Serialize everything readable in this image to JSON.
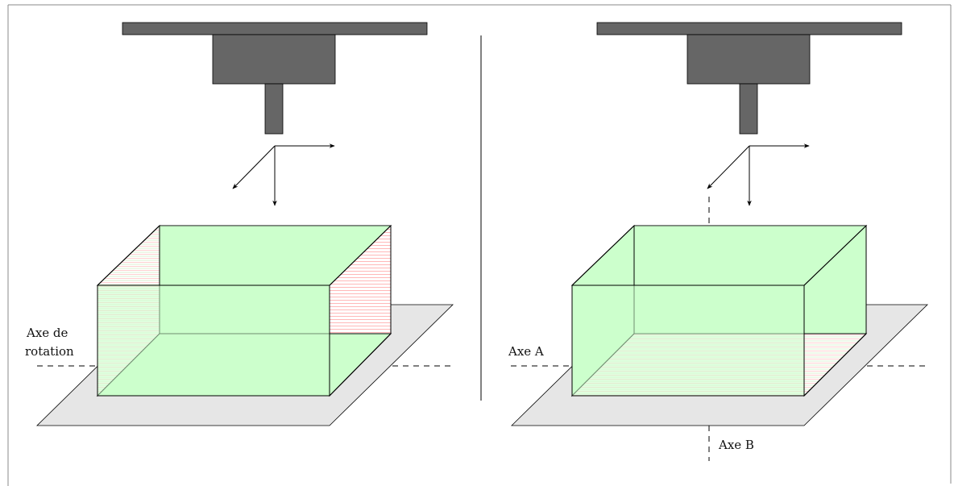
{
  "left_panel": {
    "axis_label_line1": "Axe de",
    "axis_label_line2": "rotation"
  },
  "right_panel": {
    "axis_a_label": "Axe A",
    "axis_b_label": "Axe B"
  },
  "colors": {
    "spindle": "#666666",
    "box_fill": "#ccffcc",
    "table_fill": "#e6e6e6",
    "machined_hatch": "#ff9999",
    "unmachined_hatch": "#c8e6b4"
  }
}
